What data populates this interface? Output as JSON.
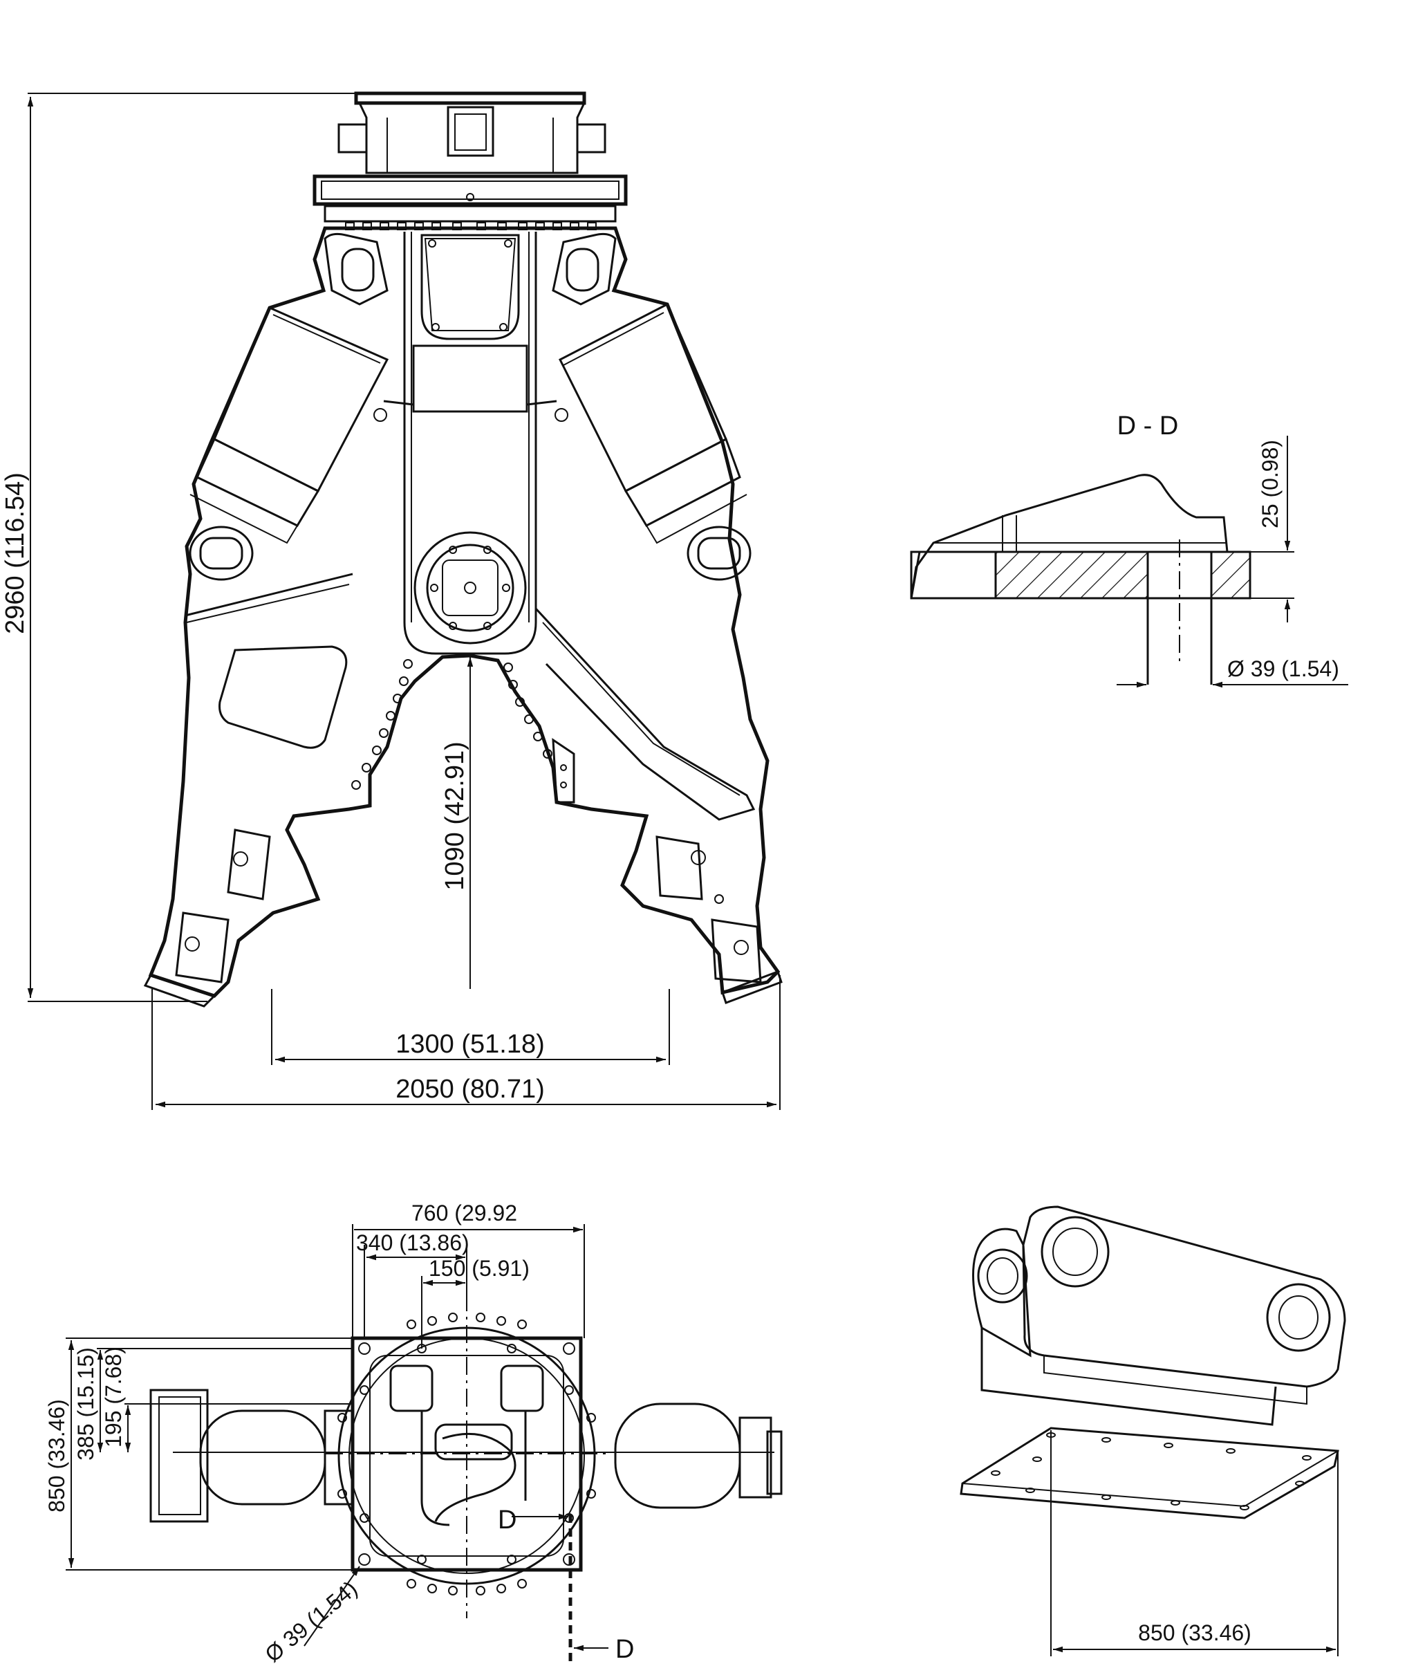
{
  "front_view": {
    "overall_height": "2960 (116.54)",
    "opening_height": "1090 (42.91)",
    "jaw_width": "1300 (51.18)",
    "overall_width": "2050 (80.71)"
  },
  "section_view": {
    "title": "D - D",
    "plate_thickness": "25 (0.98)",
    "bolt_diameter": "Ø 39 (1.54)"
  },
  "top_view": {
    "width_760": "760 (29.92",
    "width_340": "340 (13.86)",
    "width_150": "150 (5.91)",
    "height_850": "850 (33.46)",
    "height_385": "385 (15.15)",
    "height_195": "195 (7.68)",
    "hole_diameter": "Ø 39 (1.54)",
    "section_marker_top": "D",
    "section_marker_bottom": "D"
  },
  "iso_view": {
    "plate_width": "850 (33.46)"
  }
}
